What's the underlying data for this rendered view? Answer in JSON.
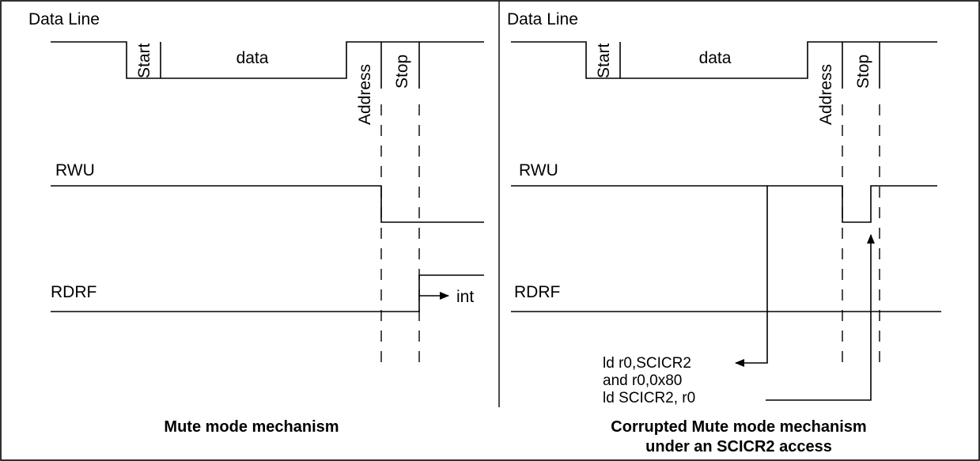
{
  "left_panel": {
    "data_line_label": "Data Line",
    "fields": {
      "start": "Start",
      "data": "data",
      "address": "Address",
      "stop": "Stop"
    },
    "rwu_label": "RWU",
    "rdrf_label": "RDRF",
    "int_label": "int",
    "caption": "Mute mode mechanism"
  },
  "right_panel": {
    "data_line_label": "Data Line",
    "fields": {
      "start": "Start",
      "data": "data",
      "address": "Address",
      "stop": "Stop"
    },
    "rwu_label": "RWU",
    "rdrf_label": "RDRF",
    "code_lines": [
      "ld r0,SCICR2",
      "and r0,0x80",
      "ld SCICR2, r0"
    ],
    "caption_line1": "Corrupted Mute mode mechanism",
    "caption_line2": "under an SCICR2 access"
  }
}
